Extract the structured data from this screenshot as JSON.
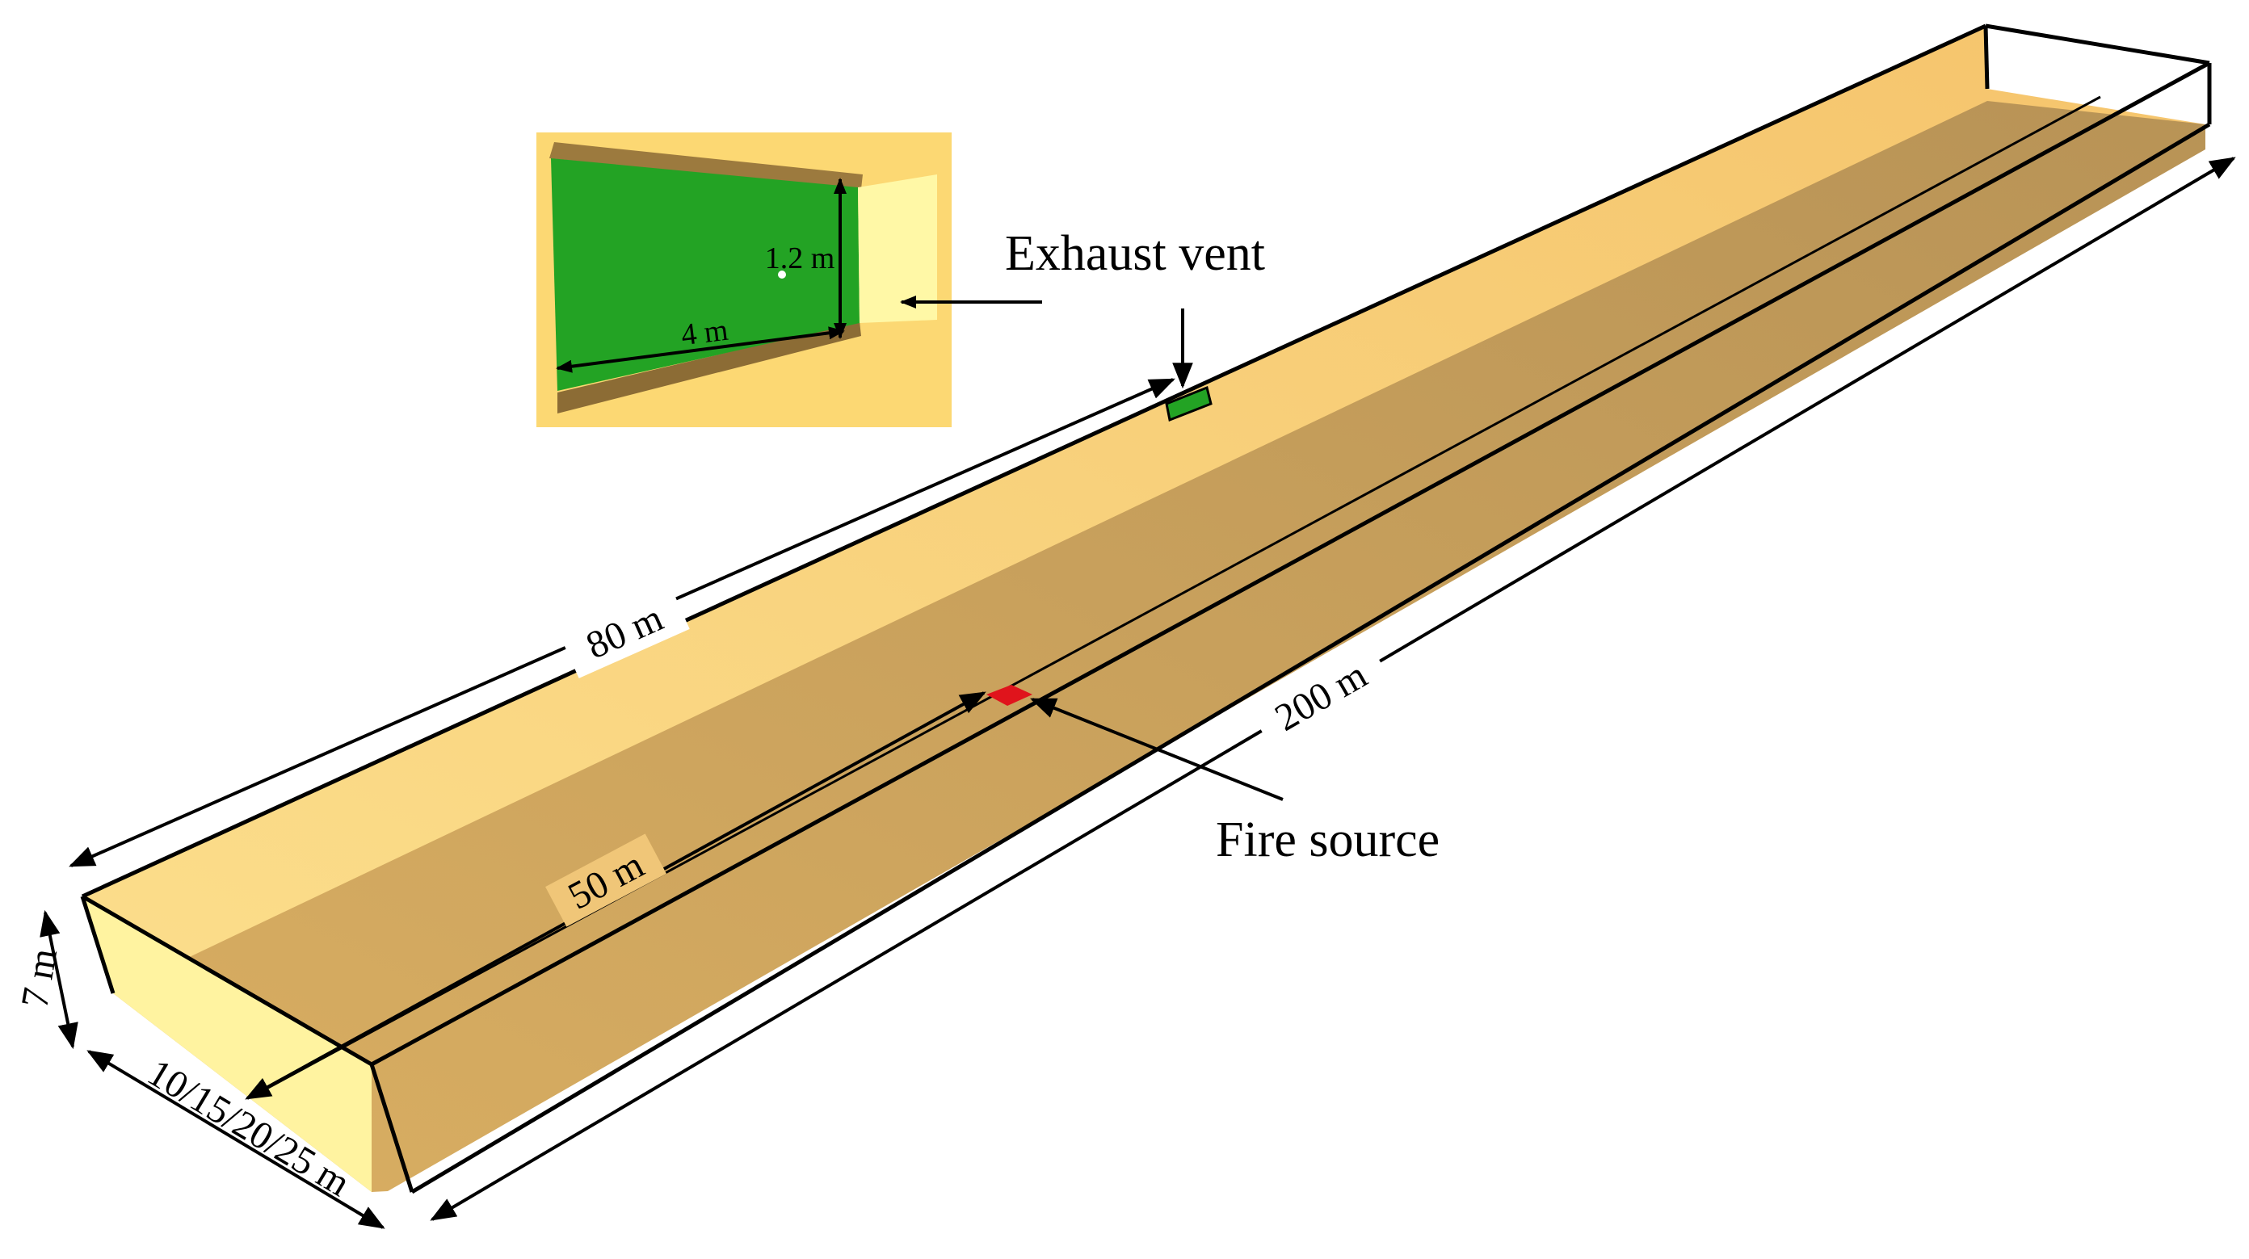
{
  "labels": {
    "exhaust_vent": "Exhaust vent",
    "fire_source": "Fire source",
    "length": "200 m",
    "vent_distance": "80 m",
    "fire_distance": "50 m",
    "height": "7 m",
    "width": "10/15/20/25 m",
    "vent_height": "1.2 m",
    "vent_width": "4 m"
  },
  "colors": {
    "floor": "#C29C5C",
    "wall": "#F8CF76",
    "end_wall": "#FFF7A2",
    "vent": "#23A324",
    "fire": "#E0141C",
    "outline": "#000000"
  }
}
